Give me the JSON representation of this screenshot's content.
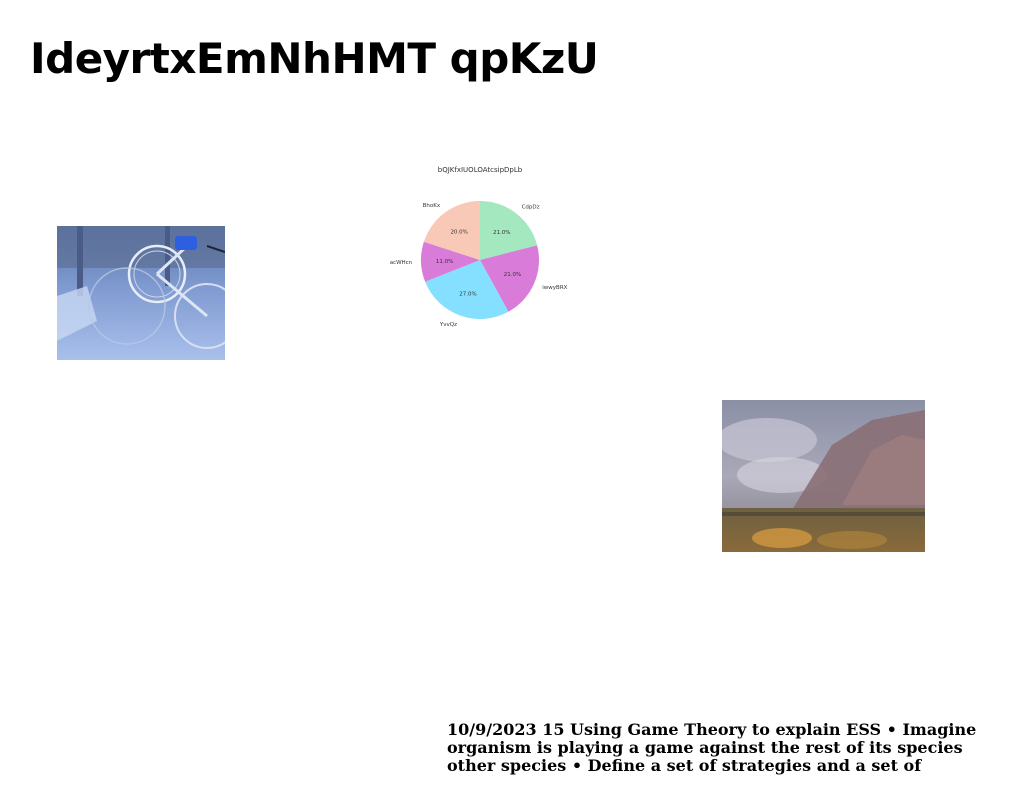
{
  "title": "IdeyrtxEmNhHMT qpKzU",
  "colors": {
    "slices": [
      "#a3e8bf",
      "#d97bd9",
      "#84e0fe",
      "#d97bd9",
      "#f8c9b7"
    ]
  },
  "images": [
    {
      "name": "bicycle-photo",
      "alt": "bicycle photo"
    },
    {
      "name": "landscape-painting",
      "alt": "landscape painting"
    }
  ],
  "chart_data": {
    "type": "pie",
    "title": "bQJKfxIUOLOAtcsipDpLb",
    "slices": [
      {
        "label": "CdpDz",
        "value": 21.0,
        "pct_label": "21.0%"
      },
      {
        "label": "iwwyBRX",
        "value": 21.0,
        "pct_label": "21.0%"
      },
      {
        "label": "YvvQz",
        "value": 27.0,
        "pct_label": "27.0%"
      },
      {
        "label": "acWHcn",
        "value": 11.0,
        "pct_label": "11.0%"
      },
      {
        "label": "BhoKx",
        "value": 20.0,
        "pct_label": "20.0%"
      }
    ]
  },
  "caption": {
    "line1": "10/9/2023 15 Using Game Theory to explain ESS • Imagine",
    "line2": "organism is playing a game against the rest of its species",
    "line3": "other species • Define a set of strategies and a set of"
  }
}
